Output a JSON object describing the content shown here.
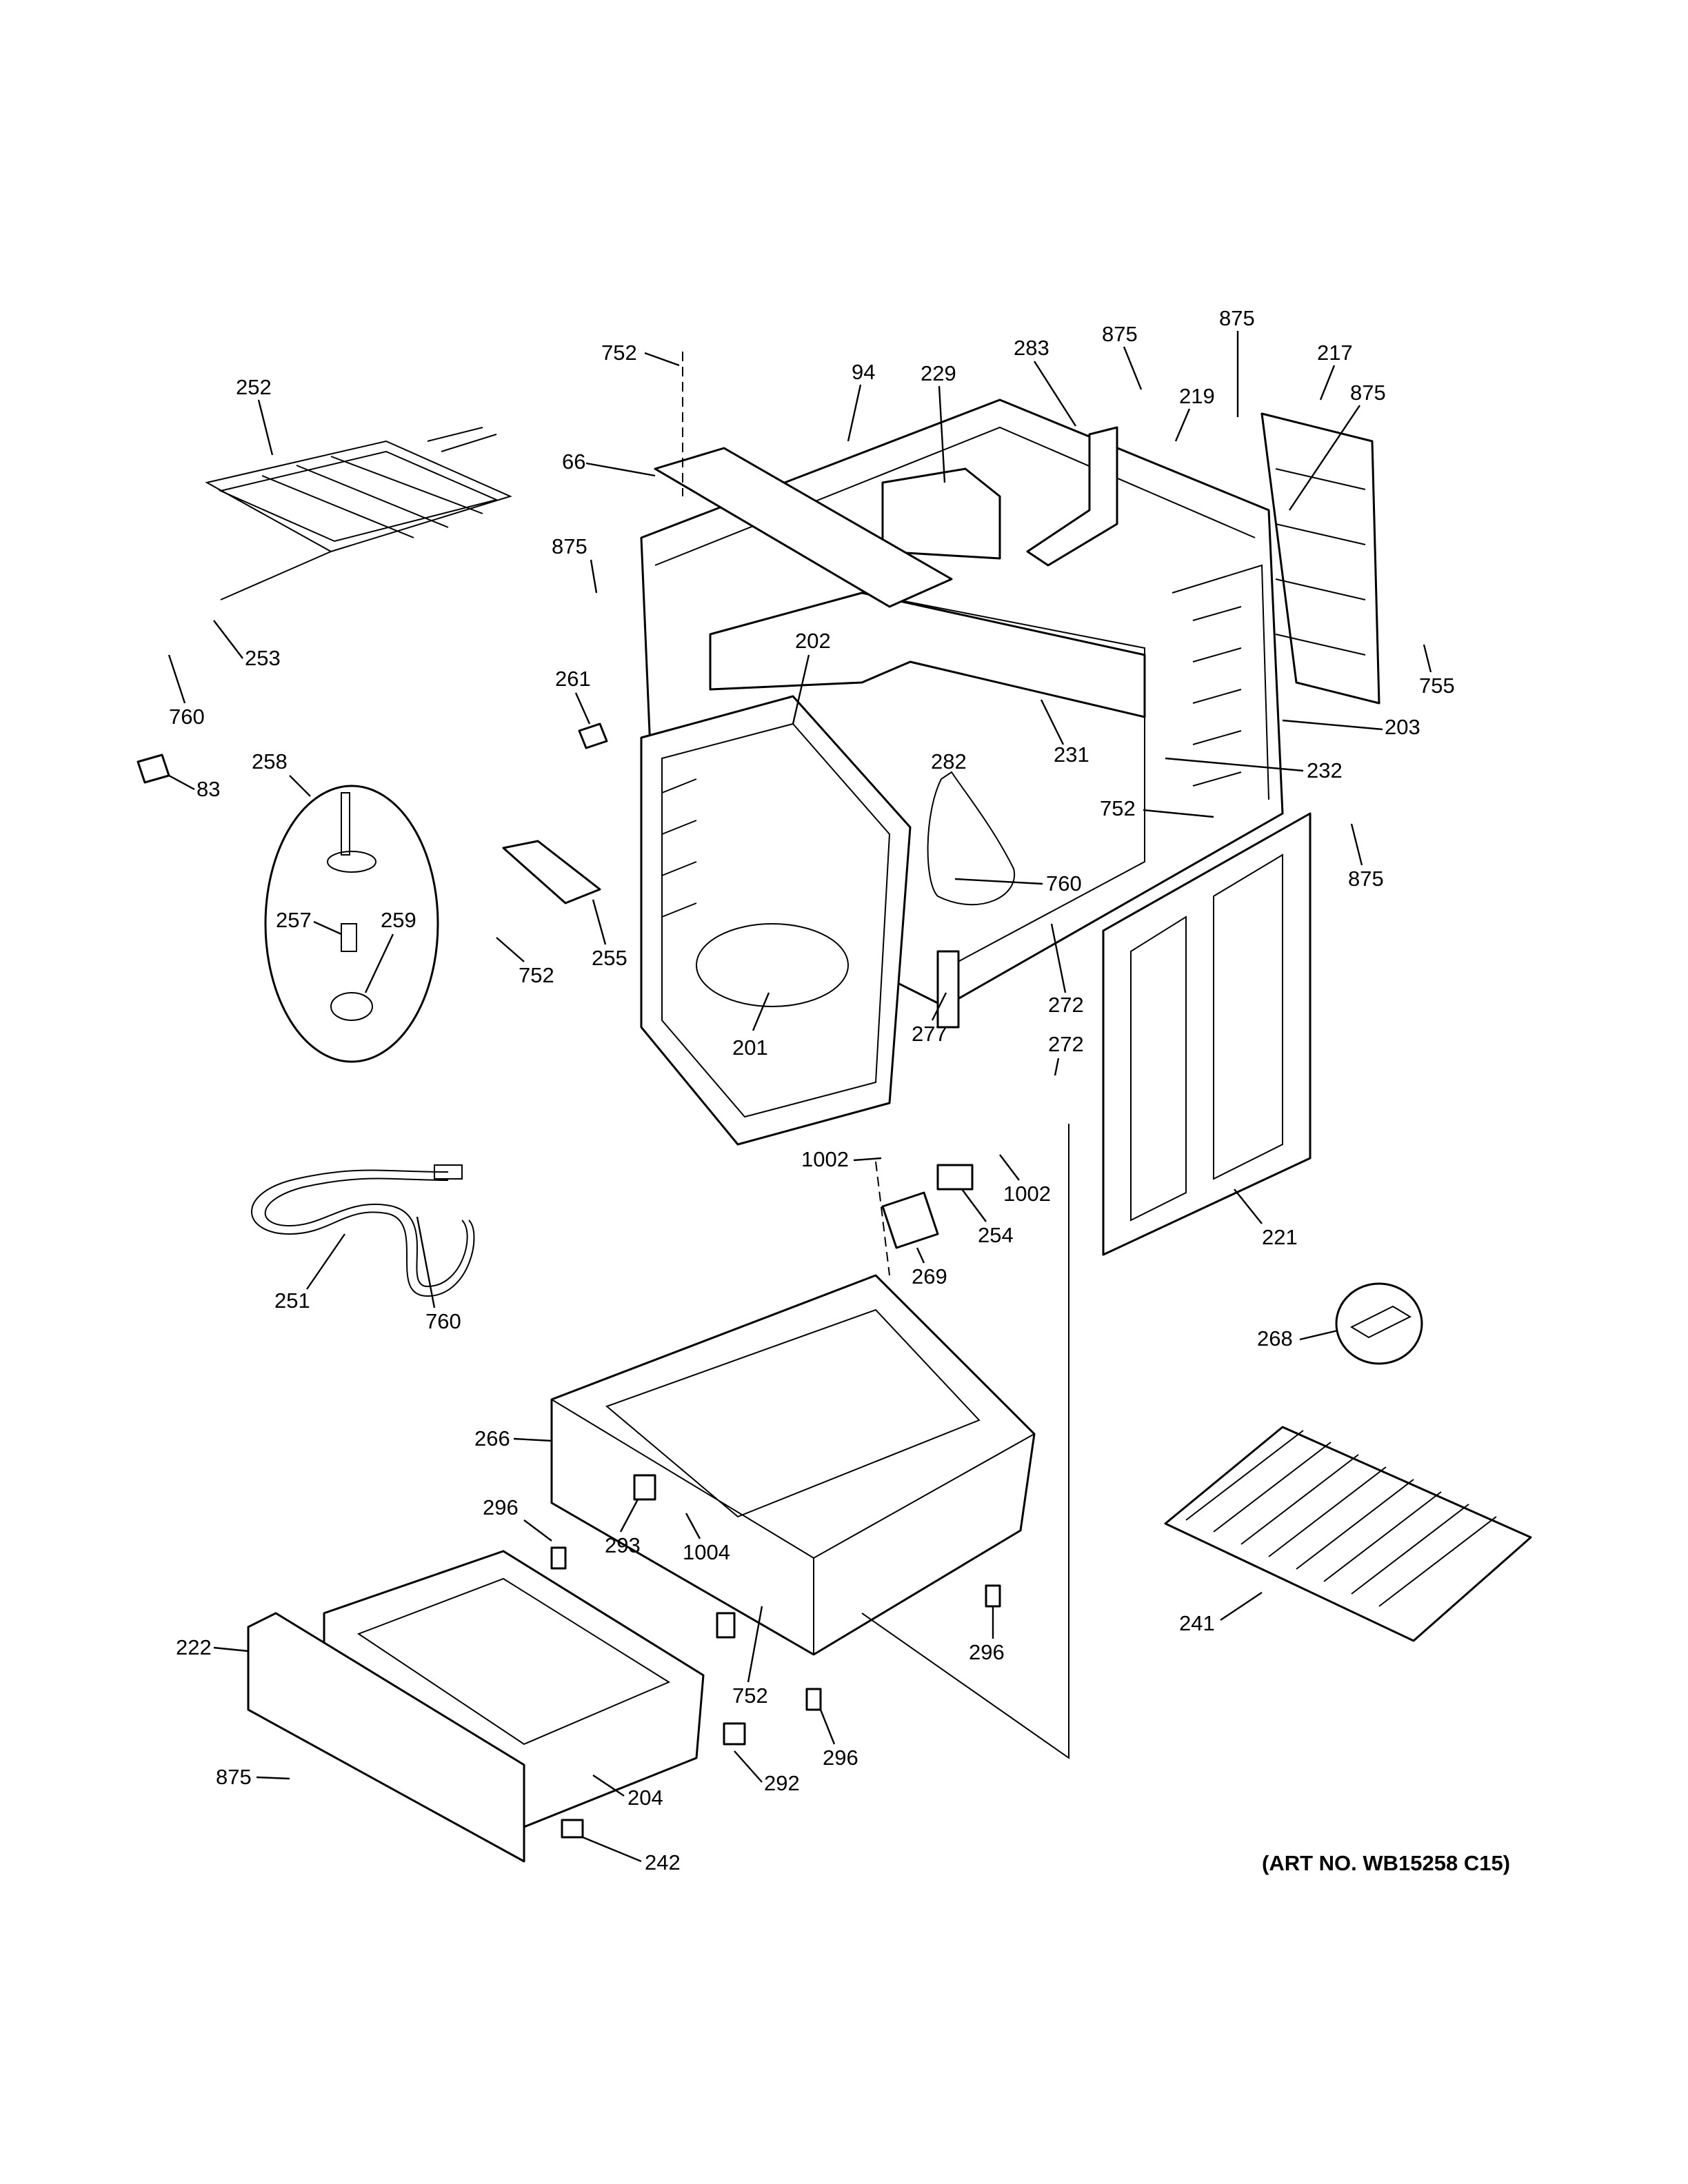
{
  "art_number": "(ART NO. WB15258 C15)",
  "labels": {
    "l752_top": "752",
    "l94": "94",
    "l229": "229",
    "l283": "283",
    "l875_a": "875",
    "l875_b": "875",
    "l217": "217",
    "l219": "219",
    "l875_c": "875",
    "l66": "66",
    "l875_d": "875",
    "l252": "252",
    "l253": "253",
    "l760_a": "760",
    "l755": "755",
    "l203": "203",
    "l261": "261",
    "l202": "202",
    "l231": "231",
    "l232": "232",
    "l83": "83",
    "l258": "258",
    "l282": "282",
    "l752_b": "752",
    "l875_e": "875",
    "l760_b": "760",
    "l257": "257",
    "l259": "259",
    "l752_c": "752",
    "l255": "255",
    "l272_a": "272",
    "l272_b": "272",
    "l201": "201",
    "l277": "277",
    "l1002_a": "1002",
    "l1002_b": "1002",
    "l254": "254",
    "l221": "221",
    "l269": "269",
    "l251": "251",
    "l760_c": "760",
    "l268": "268",
    "l266": "266",
    "l296_a": "296",
    "l293": "293",
    "l1004": "1004",
    "l241": "241",
    "l296_b": "296",
    "l222": "222",
    "l752_d": "752",
    "l296_c": "296",
    "l875_f": "875",
    "l292": "292",
    "l204": "204",
    "l242": "242"
  }
}
